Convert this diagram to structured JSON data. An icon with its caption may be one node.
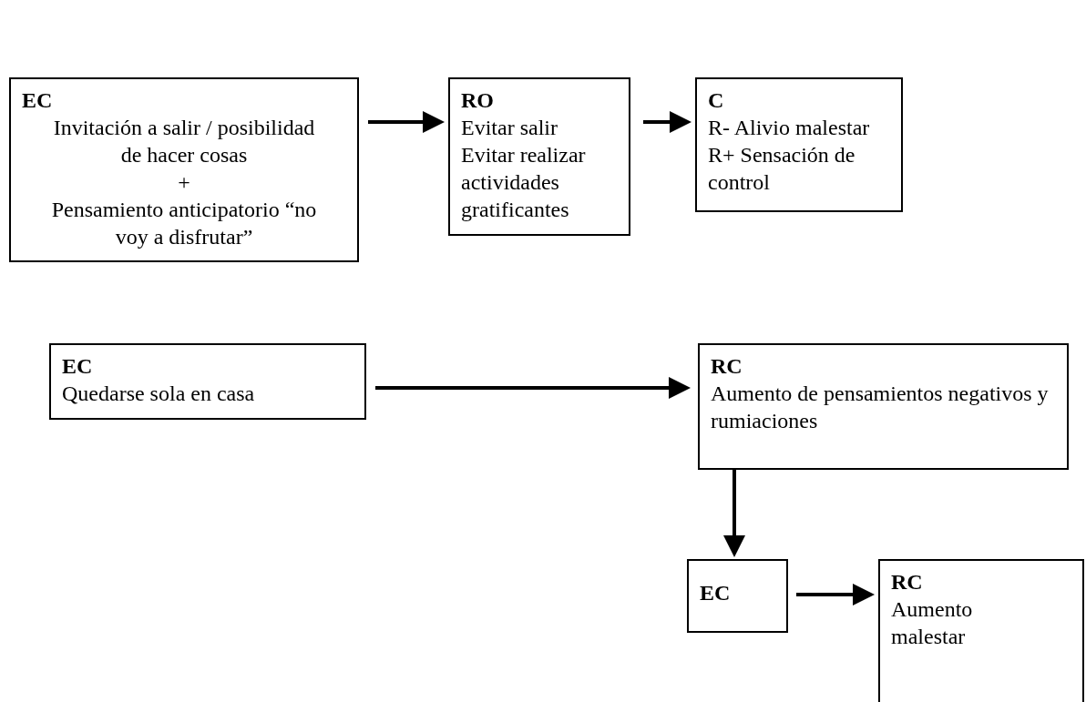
{
  "diagram": {
    "nodes": [
      {
        "text": [
          "EC",
          "Invitación a salir / posibilidad de hacer cosas",
          "+",
          "Pensamiento anticipatorio “no voy a disfrutar”"
        ]
      },
      {
        "text": [
          "RO",
          "Evitar salir",
          "Evitar realizar actividades gratificantes"
        ]
      },
      {
        "text": [
          "C",
          "R- Alivio malestar",
          "R+ Sensación de control"
        ]
      },
      {
        "text": [
          "EC",
          "Quedarse sola en casa"
        ]
      },
      {
        "text": [
          "RC",
          "Aumento de pensamientos negativos y rumiaciones"
        ]
      },
      {
        "text": [
          "EC"
        ]
      },
      {
        "text": [
          "RC",
          "Aumento malestar"
        ]
      }
    ],
    "edges": [
      {
        "from": 0,
        "to": 1,
        "arrow": "to"
      },
      {
        "from": 1,
        "to": 2,
        "arrow": "to"
      },
      {
        "from": 3,
        "to": 4,
        "arrow": "to"
      },
      {
        "from": 4,
        "to": 5,
        "arrow": "to"
      },
      {
        "from": 5,
        "to": 6,
        "arrow": "to"
      }
    ]
  }
}
